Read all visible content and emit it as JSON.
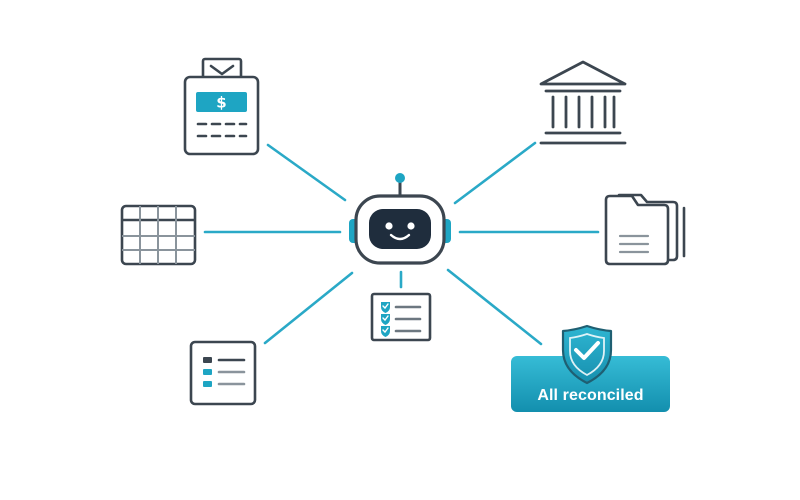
{
  "diagram": {
    "hub": {
      "icon": "robot-icon"
    },
    "nodes": [
      {
        "id": "pos-terminal",
        "icon": "pos-terminal-icon",
        "glyph": "$"
      },
      {
        "id": "bank",
        "icon": "bank-icon"
      },
      {
        "id": "spreadsheet",
        "icon": "spreadsheet-icon"
      },
      {
        "id": "folder",
        "icon": "folder-icon"
      },
      {
        "id": "checklist",
        "icon": "checklist-icon"
      },
      {
        "id": "list-document",
        "icon": "list-document-icon"
      }
    ],
    "status": {
      "icon": "shield-check-icon",
      "label": "All reconciled"
    }
  },
  "colors": {
    "accent": "#1ea5c3",
    "accent_light": "#2bb3cf",
    "outline": "#3c4650",
    "dark": "#1f2d3d",
    "gray_line": "#8a949c",
    "white": "#ffffff"
  }
}
